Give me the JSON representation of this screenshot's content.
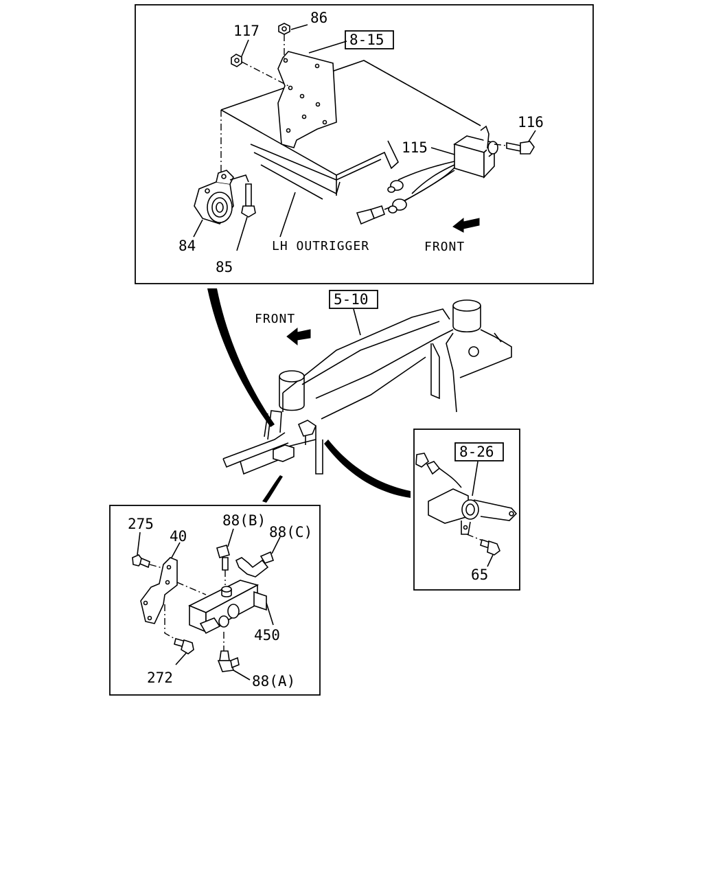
{
  "diagram": {
    "top_panel": {
      "ref_box": "8-15",
      "callouts": {
        "c86": "86",
        "c117": "117",
        "c116": "116",
        "c115": "115",
        "c84": "84",
        "c85": "85"
      },
      "outrigger_label": "LH OUTRIGGER",
      "front_label": "FRONT"
    },
    "frame": {
      "ref_box": "5-10",
      "front_label": "FRONT"
    },
    "right_panel": {
      "ref_box": "8-26",
      "callouts": {
        "c65": "65"
      }
    },
    "left_panel": {
      "callouts": {
        "c275": "275",
        "c40": "40",
        "c88b": "88(B)",
        "c88c": "88(C)",
        "c450": "450",
        "c272": "272",
        "c88a": "88(A)"
      }
    }
  }
}
